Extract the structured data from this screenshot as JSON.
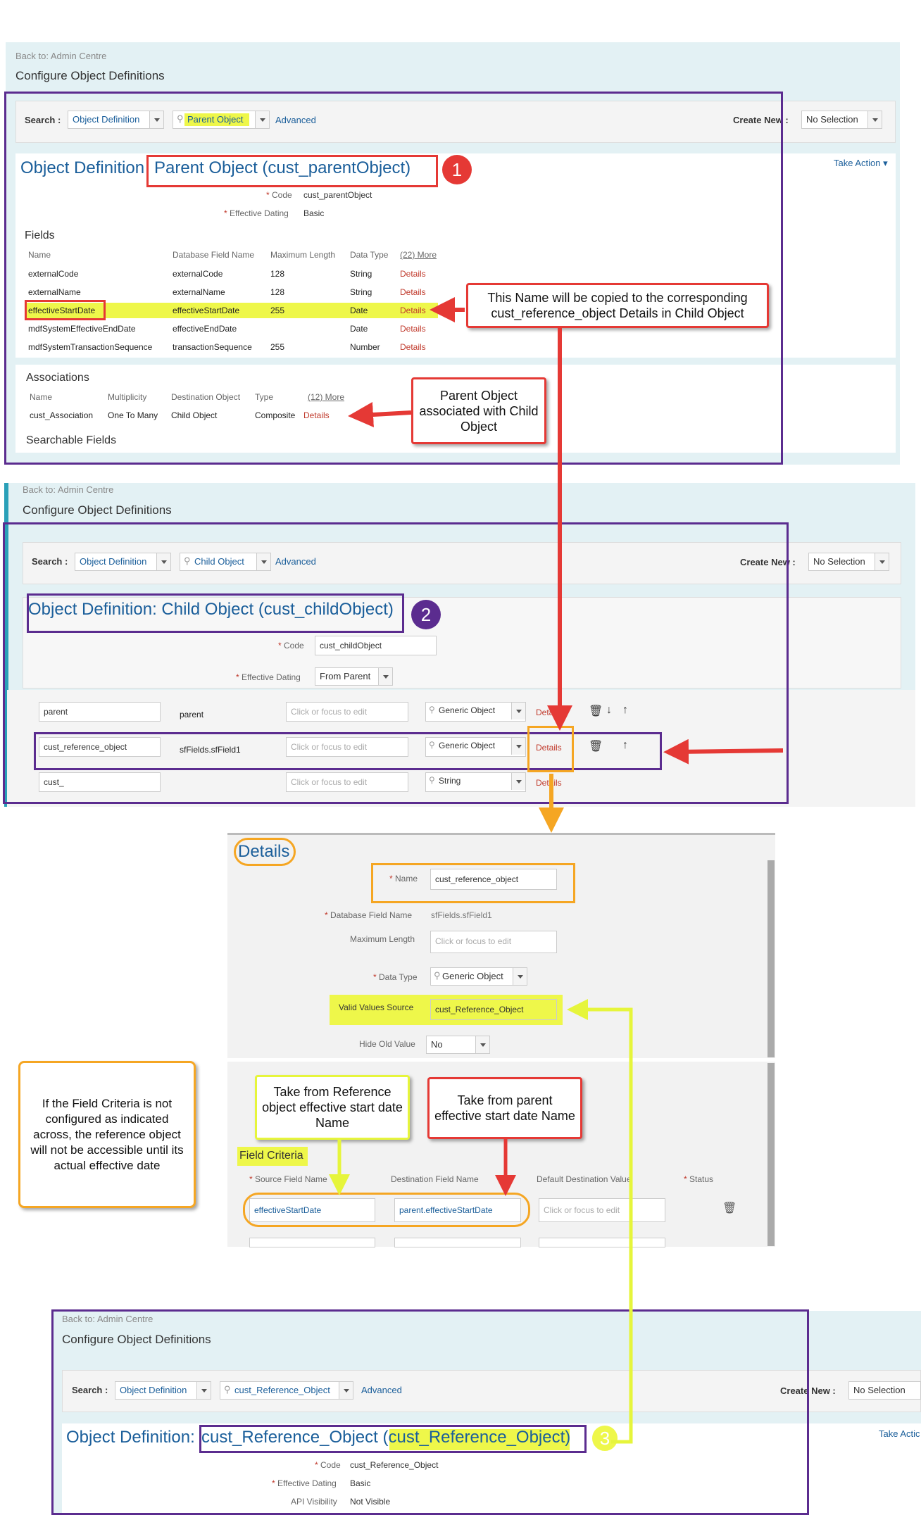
{
  "p1": {
    "back": "Back to: Admin Centre",
    "title": "Configure Object Definitions",
    "search_label": "Search :",
    "search_type": "Object Definition",
    "search_value": "Parent Object",
    "advanced": "Advanced",
    "create_label": "Create New :",
    "create_value": "No Selection",
    "take_action": "Take Action",
    "heading_prefix": "Object Definition",
    "heading_name": "Parent Object (cust_parentObject)",
    "code_label": "* Code",
    "code_value": "cust_parentObject",
    "ed_label": "* Effective Dating",
    "ed_value": "Basic",
    "fields_title": "Fields",
    "columns": [
      "Name",
      "Database Field Name",
      "Maximum Length",
      "Data Type",
      "(22) More"
    ],
    "rows": [
      [
        "externalCode",
        "externalCode",
        "128",
        "String",
        "Details"
      ],
      [
        "externalName",
        "externalName",
        "128",
        "String",
        "Details"
      ],
      [
        "effectiveStartDate",
        "effectiveStartDate",
        "255",
        "Date",
        "Details"
      ],
      [
        "mdfSystemEffectiveEndDate",
        "effectiveEndDate",
        "",
        "Date",
        "Details"
      ],
      [
        "mdfSystemTransactionSequence",
        "transactionSequence",
        "255",
        "Number",
        "Details"
      ]
    ],
    "assoc_title": "Associations",
    "assoc_columns": [
      "Name",
      "Multiplicity",
      "Destination Object",
      "Type",
      "(12) More"
    ],
    "assoc_row": [
      "cust_Association",
      "One To Many",
      "Child Object",
      "Composite",
      "Details"
    ],
    "searchable": "Searchable Fields"
  },
  "callout1": "This Name will be copied to the corresponding cust_reference_object Details in Child Object",
  "callout2": "Parent Object associated with Child Object",
  "badges": [
    "1",
    "2",
    "3"
  ],
  "p2": {
    "back": "Back to: Admin Centre",
    "title": "Configure Object Definitions",
    "search_label": "Search :",
    "search_type": "Object Definition",
    "search_value": "Child Object",
    "advanced": "Advanced",
    "create_label": "Create New :",
    "create_value": "No Selection",
    "heading": "Object Definition: Child Object (cust_childObject)",
    "code_label": "* Code",
    "code_value": "cust_childObject",
    "ed_label": "* Effective Dating",
    "ed_value": "From Parent",
    "rows": [
      {
        "name": "parent",
        "db": "parent",
        "ph": "Click or focus to edit",
        "type": "Generic Object",
        "details": "Details"
      },
      {
        "name": "cust_reference_object",
        "db": "sfFields.sfField1",
        "ph": "Click or focus to edit",
        "type": "Generic Object",
        "details": "Details"
      },
      {
        "name": "cust_",
        "db": "",
        "ph": "Click or focus to edit",
        "type": "String",
        "details": "Details"
      }
    ]
  },
  "details": {
    "title": "Details",
    "name_label": "* Name",
    "name_value": "cust_reference_object",
    "db_label": "* Database Field Name",
    "db_value": "sfFields.sfField1",
    "max_label": "Maximum Length",
    "max_ph": "Click or focus to edit",
    "dt_label": "* Data Type",
    "dt_value": "Generic Object",
    "vvs_label": "Valid Values Source",
    "vvs_value": "cust_Reference_Object",
    "hov_label": "Hide Old Value",
    "hov_value": "No",
    "field_criteria": "Field Criteria",
    "fc_cols": [
      "* Source Field Name",
      "Destination Field Name",
      "Default Destination Value",
      "* Status"
    ],
    "fc_source": "effectiveStartDate",
    "fc_dest": "parent.effectiveStartDate",
    "fc_default_ph": "Click or focus to edit"
  },
  "callout_take_ref": "Take from Reference object effective start date Name",
  "callout_take_parent": "Take from parent effective start date Name",
  "callout_orange": "If the Field Criteria is not configured as indicated across, the reference object will not be accessible until its actual effective date",
  "p3": {
    "back": "Back to: Admin Centre",
    "title": "Configure Object Definitions",
    "search_label": "Search :",
    "search_type": "Object Definition",
    "search_value": "cust_Reference_Object",
    "advanced": "Advanced",
    "create_label": "Create New :",
    "create_value": "No Selection",
    "take_action": "Take Actic",
    "heading_prefix": "Object Definition:",
    "heading_name": "cust_Reference_Object (",
    "heading_hl": "cust_Reference_Object",
    ")": ")",
    "code_label": "* Code",
    "code_value": "cust_Reference_Object",
    "ed_label": "* Effective Dating",
    "ed_value": "Basic",
    "api_label": "API Visibility",
    "api_value": "Not Visible"
  },
  "colors": {
    "purple": "#5b2c8f",
    "red": "#e53935",
    "orange": "#f5a623",
    "yellow": "#e6f53b",
    "link": "#1a5e9a"
  }
}
